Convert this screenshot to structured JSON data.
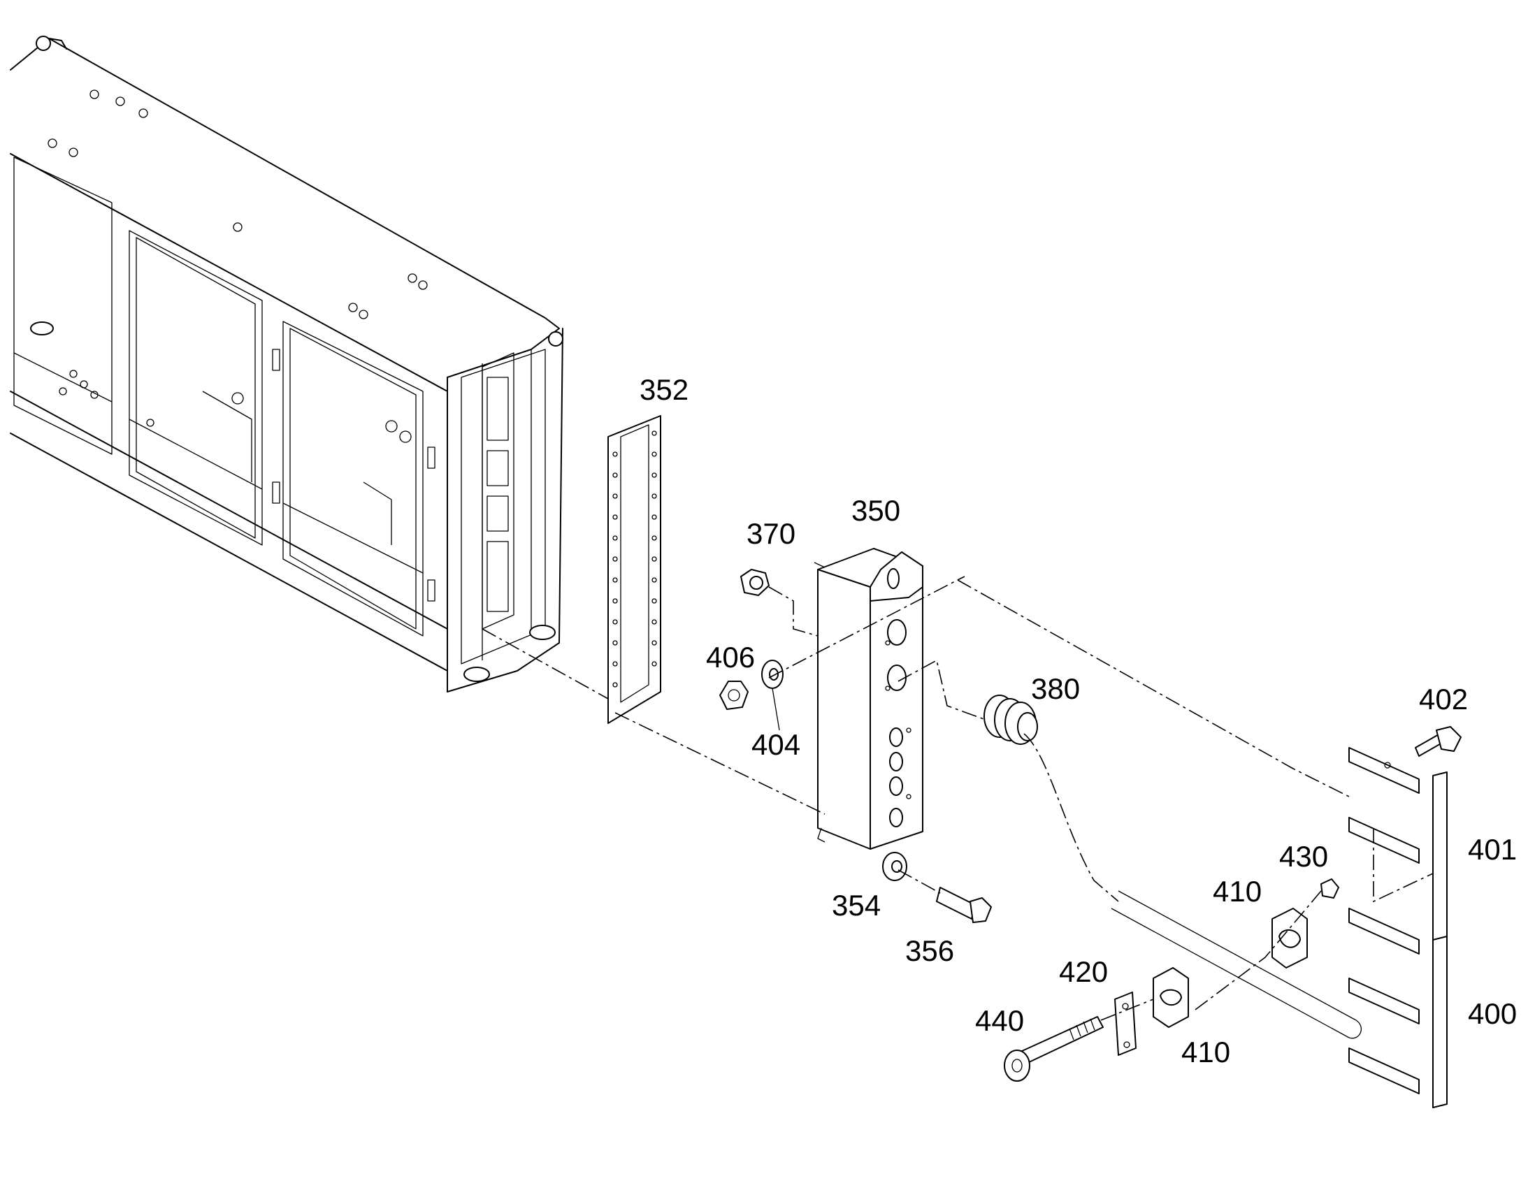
{
  "callouts": {
    "p350": "350",
    "p352": "352",
    "p354": "354",
    "p356": "356",
    "p370": "370",
    "p380": "380",
    "p400": "400",
    "p401": "401",
    "p402": "402",
    "p404": "404",
    "p406": "406",
    "p410a": "410",
    "p410b": "410",
    "p420": "420",
    "p430": "430",
    "p440": "440"
  },
  "colors": {
    "line": "#000000",
    "background": "#ffffff"
  }
}
